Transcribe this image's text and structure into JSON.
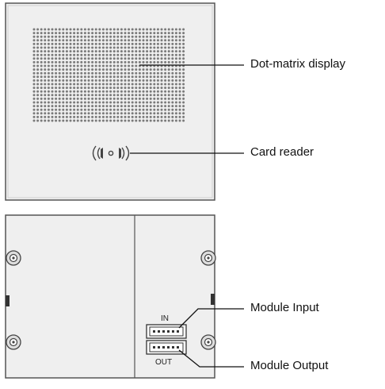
{
  "callouts": {
    "display": "Dot-matrix display",
    "card_reader": "Card reader",
    "module_input": "Module Input",
    "module_output": "Module Output"
  },
  "connectors": {
    "in_label": "IN",
    "out_label": "OUT"
  },
  "colors": {
    "panel_fill": "#efefef",
    "panel_stroke": "#555555",
    "dot_fill": "#7a7a7a",
    "line": "#111111"
  }
}
